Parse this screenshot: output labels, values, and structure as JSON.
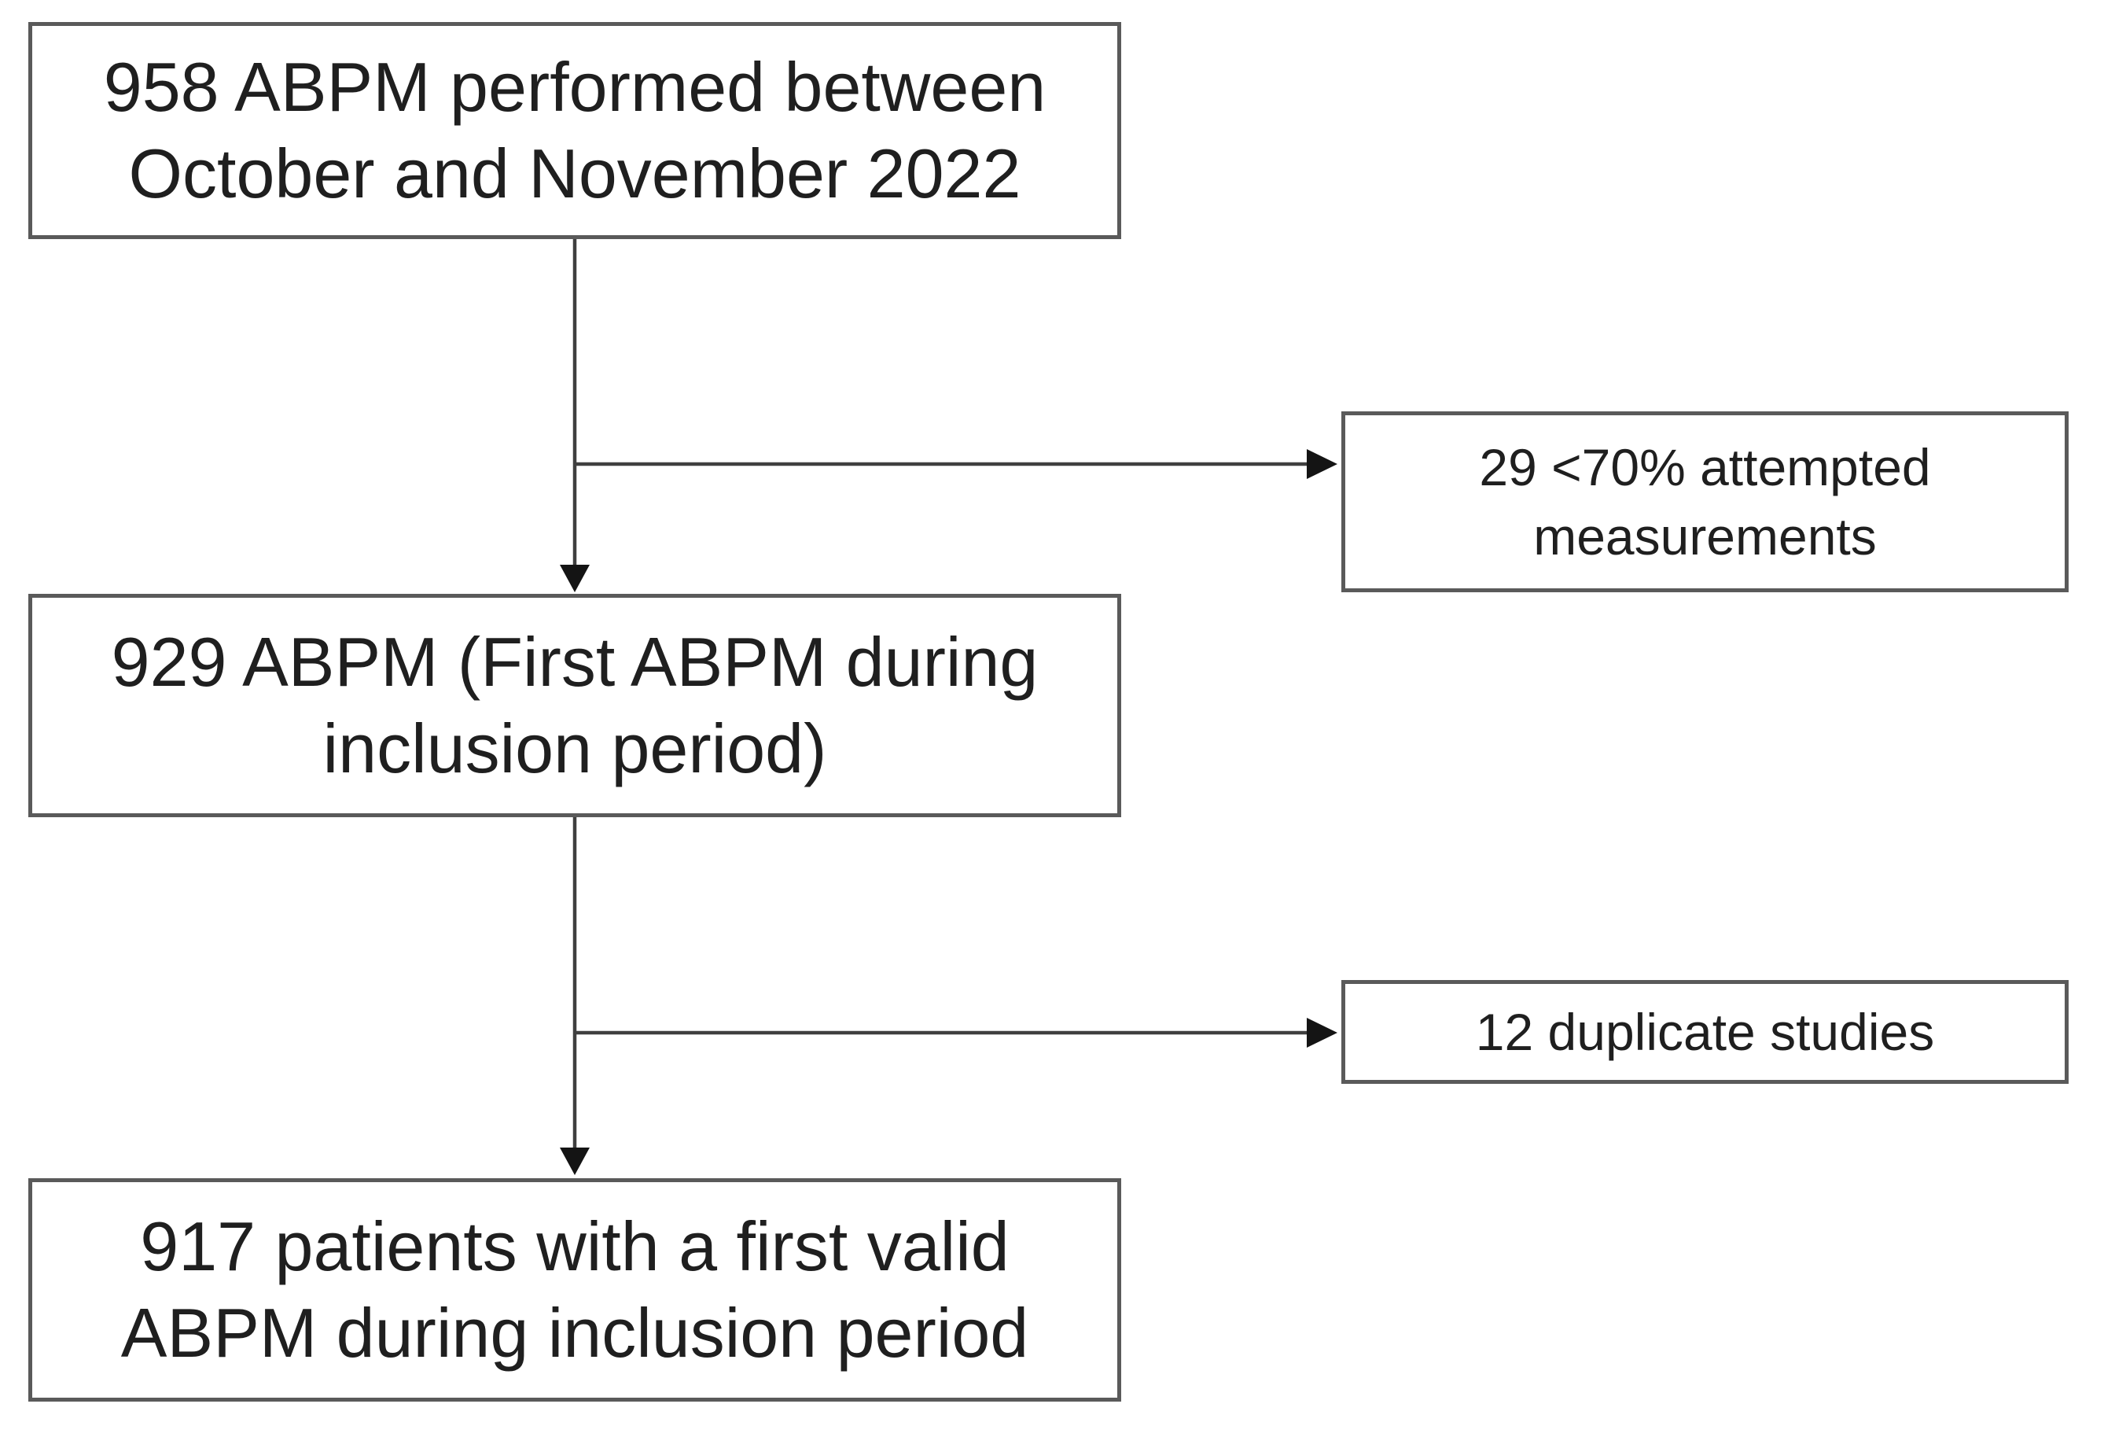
{
  "style": {
    "background": "#ffffff",
    "box_border_color": "#5a5a5a",
    "connector_color": "#3f3f3f",
    "arrowhead_color": "#141414",
    "text_color": "#1f1f1f"
  },
  "nodes": {
    "performed": {
      "lines": [
        "958 ABPM performed between",
        "October and November 2022"
      ]
    },
    "excluded_attempted": {
      "lines": [
        "29 <70% attempted",
        "measurements"
      ]
    },
    "first_abpm": {
      "lines": [
        "929 ABPM (First ABPM during",
        "inclusion period)"
      ]
    },
    "excluded_duplicates": {
      "lines": [
        "12 duplicate studies"
      ]
    },
    "valid_abpm": {
      "lines": [
        "917 patients with a first valid",
        "ABPM during inclusion period"
      ]
    }
  }
}
